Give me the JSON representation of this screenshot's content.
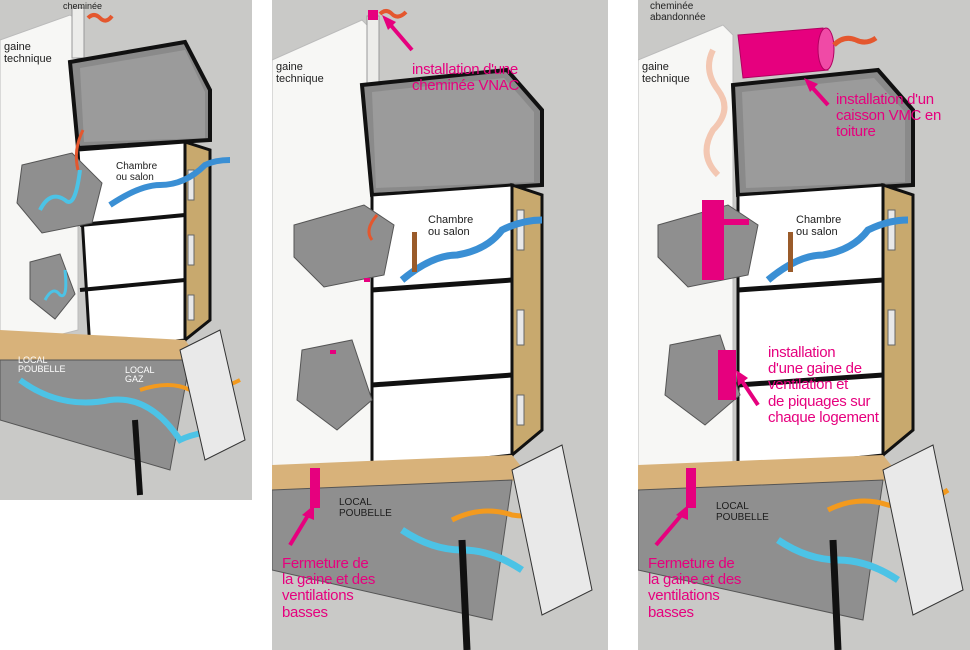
{
  "panels": [
    {
      "id": "before",
      "labels": {
        "chimney": "cheminée",
        "gaine_technique": "gaine\ntechnique",
        "room": "Chambre\nou salon",
        "local_poubelle": "LOCAL\nPOUBELLE",
        "local_gaz": "LOCAL\nGAZ"
      }
    },
    {
      "id": "vnac",
      "labels": {
        "gaine_technique": "gaine\ntechnique",
        "room": "Chambre\nou salon",
        "local_poubelle": "LOCAL\nPOUBELLE"
      },
      "annotations": {
        "chimney_install": "installation d'une\ncheminée VNAC",
        "closure": "Fermeture de\nla gaine et des\nventilations\nbasses"
      }
    },
    {
      "id": "vmc",
      "labels": {
        "chimney": "cheminée\nabandonnée",
        "gaine_technique": "gaine\ntechnique",
        "room": "Chambre\nou salon",
        "local_poubelle": "LOCAL\nPOUBELLE"
      },
      "annotations": {
        "caisson_install": "installation d'un\ncaisson VMC en\ntoiture",
        "duct_install": "installation\nd'une gaine de\nventilation et\nde piquages sur\nchaque logement",
        "closure": "Fermeture de\nla gaine et des\nventilations\nbasses"
      }
    }
  ],
  "colors": {
    "background": "#c9c9c7",
    "annotation_pink": "#e6007e",
    "airflow_blue": "#3a8fd4",
    "airflow_cyan": "#4cc3e6",
    "airflow_orange": "#f39a1e",
    "exhaust_red": "#e4572e",
    "wall_white": "#f7f7f5",
    "facade_tan": "#c8a96e",
    "floor_wood": "#d8b27a"
  }
}
